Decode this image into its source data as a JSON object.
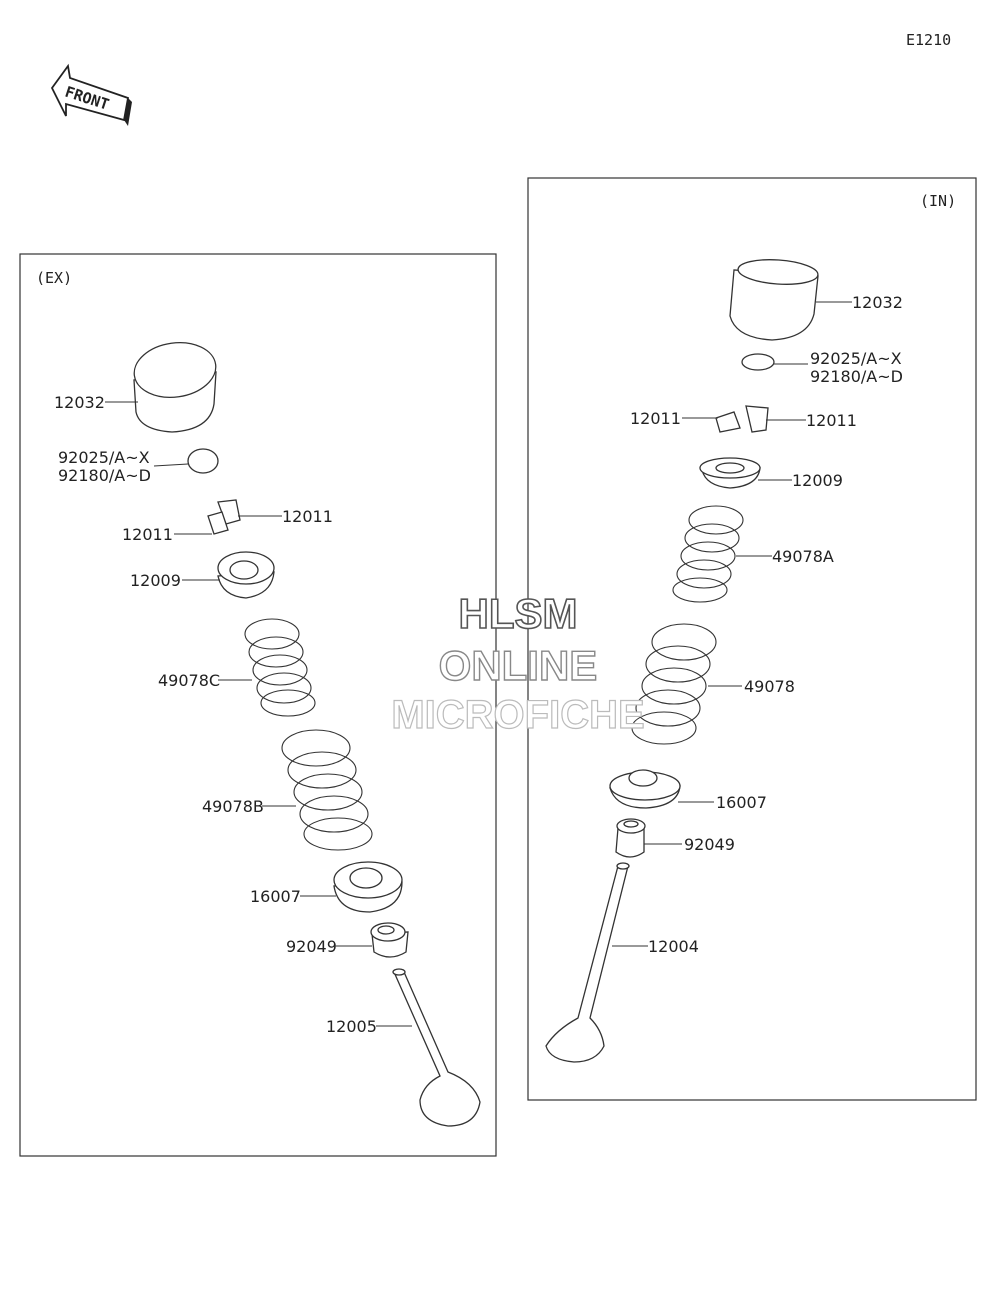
{
  "diagram_code": "E1210",
  "front_label": "FRONT",
  "watermark": {
    "line1": "HLSM",
    "line2": "ONLINE",
    "line3": "MICROFICHE"
  },
  "panels": {
    "ex": {
      "header": "(EX)",
      "labels": {
        "tappet": "12032",
        "shim_a": "92025/A~X",
        "shim_b": "92180/A~D",
        "cotter_r": "12011",
        "cotter_l": "12011",
        "retainer": "12009",
        "spring_inner": "49078C",
        "spring_outer": "49078B",
        "seat": "16007",
        "seal": "92049",
        "valve": "12005"
      }
    },
    "in": {
      "header": "(IN)",
      "labels": {
        "tappet": "12032",
        "shim_a": "92025/A~X",
        "shim_b": "92180/A~D",
        "cotter_l": "12011",
        "cotter_r": "12011",
        "retainer": "12009",
        "spring_inner": "49078A",
        "spring_outer": "49078",
        "seat": "16007",
        "seal": "92049",
        "valve": "12004"
      }
    }
  }
}
